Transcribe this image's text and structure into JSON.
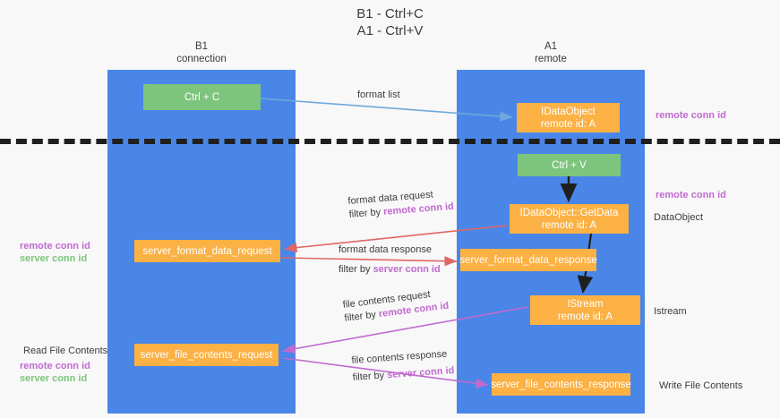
{
  "title": {
    "line1": "B1 - Ctrl+C",
    "line2": "A1 - Ctrl+V"
  },
  "lanes": [
    {
      "name": "B1",
      "sub": "connection",
      "color": "#4a86e8"
    },
    {
      "name": "A1",
      "sub": "remote",
      "color": "#4a86e8"
    }
  ],
  "nodes": {
    "ctrl_c": "Ctrl + C",
    "idataobject": {
      "line1": "IDataObject",
      "line2": "remote id: A"
    },
    "ctrl_v": "Ctrl + V",
    "getdata": {
      "line1": "IDataObject::GetData",
      "line2": "remote id: A"
    },
    "server_format_data_request": "server_format_data_request",
    "server_format_data_response": "server_format_data_response",
    "istream": {
      "line1": "IStream",
      "line2": "remote id: A"
    },
    "server_file_contents_request": "server_file_contents_request",
    "server_file_contents_response": "server_file_contents_response"
  },
  "edges": {
    "format_list": "format list",
    "format_data_request": {
      "line1": "format data request",
      "prefix": "filter by ",
      "hl": "remote conn id"
    },
    "format_data_response": {
      "line1": "format data response",
      "prefix": "filter by ",
      "hl": "server conn id"
    },
    "file_contents_request": {
      "line1": "file contents request",
      "prefix": "filter by ",
      "hl": "remote conn id"
    },
    "file_contents_response": {
      "line1": "file contents response",
      "prefix": "filter by ",
      "hl": "server conn id"
    }
  },
  "side_labels": {
    "remote_conn_id_top": "remote conn id",
    "remote_conn_id_mid": "remote conn id",
    "dataobject": "DataObject",
    "istream": "Istream",
    "write_file_contents": "Write File Contents",
    "read_file_contents": "Read File Contents",
    "left_remote_conn_id": "remote conn id",
    "left_server_conn_id": "server conn id",
    "left_remote_conn_id2": "remote conn id",
    "left_server_conn_id2": "server conn id"
  },
  "colors": {
    "lane": "#4a86e8",
    "green_node": "#7dc47d",
    "orange_node": "#fbb143",
    "purple_text": "#c16ad0",
    "green_text": "#7dc47d",
    "blue_arrow": "#6fa8dc",
    "red_arrow": "#e06666",
    "magenta_arrow": "#c16ad0",
    "black_arrow": "#1f1f1f",
    "background": "#f8f8f8"
  }
}
